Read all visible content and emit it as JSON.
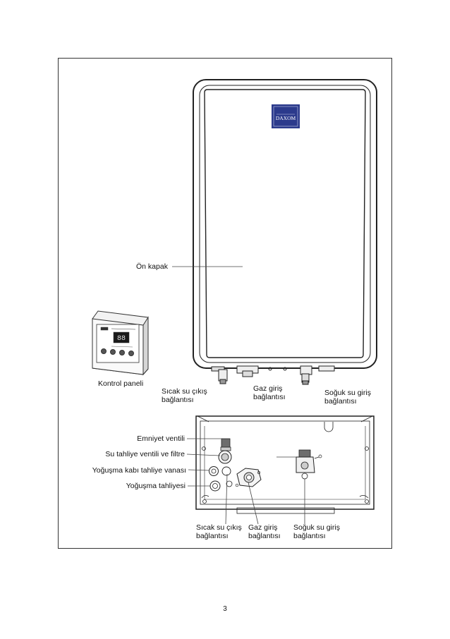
{
  "brand": {
    "logo_text": "DAXOM",
    "logo_color": "#2b3a8c"
  },
  "panel_display": "88",
  "labels": {
    "front_cover": "Ön kapak",
    "control_panel": "Kontrol paneli",
    "top_hot_out_1": "Sıcak su çıkış",
    "top_hot_out_2": "bağlantısı",
    "top_gas_in_1": "Gaz giriş",
    "top_gas_in_2": "bağlantısı",
    "top_cold_in_1": "Soğuk su giriş",
    "top_cold_in_2": "bağlantısı",
    "safety_valve": "Emniyet ventili",
    "drain_valve_filter": "Su tahliye ventili ve filtre",
    "condensate_drain_valve": "Yoğuşma kabı tahliye vanası",
    "condensate_drain": "Yoğuşma tahliyesi",
    "bot_hot_out_1": "Sıcak su çıkış",
    "bot_hot_out_2": "bağlantısı",
    "bot_gas_in_1": "Gaz giriş",
    "bot_gas_in_2": "bağlantısı",
    "bot_cold_in_1": "Soğuk su giriş",
    "bot_cold_in_2": "bağlantısı"
  },
  "page_number": "3"
}
